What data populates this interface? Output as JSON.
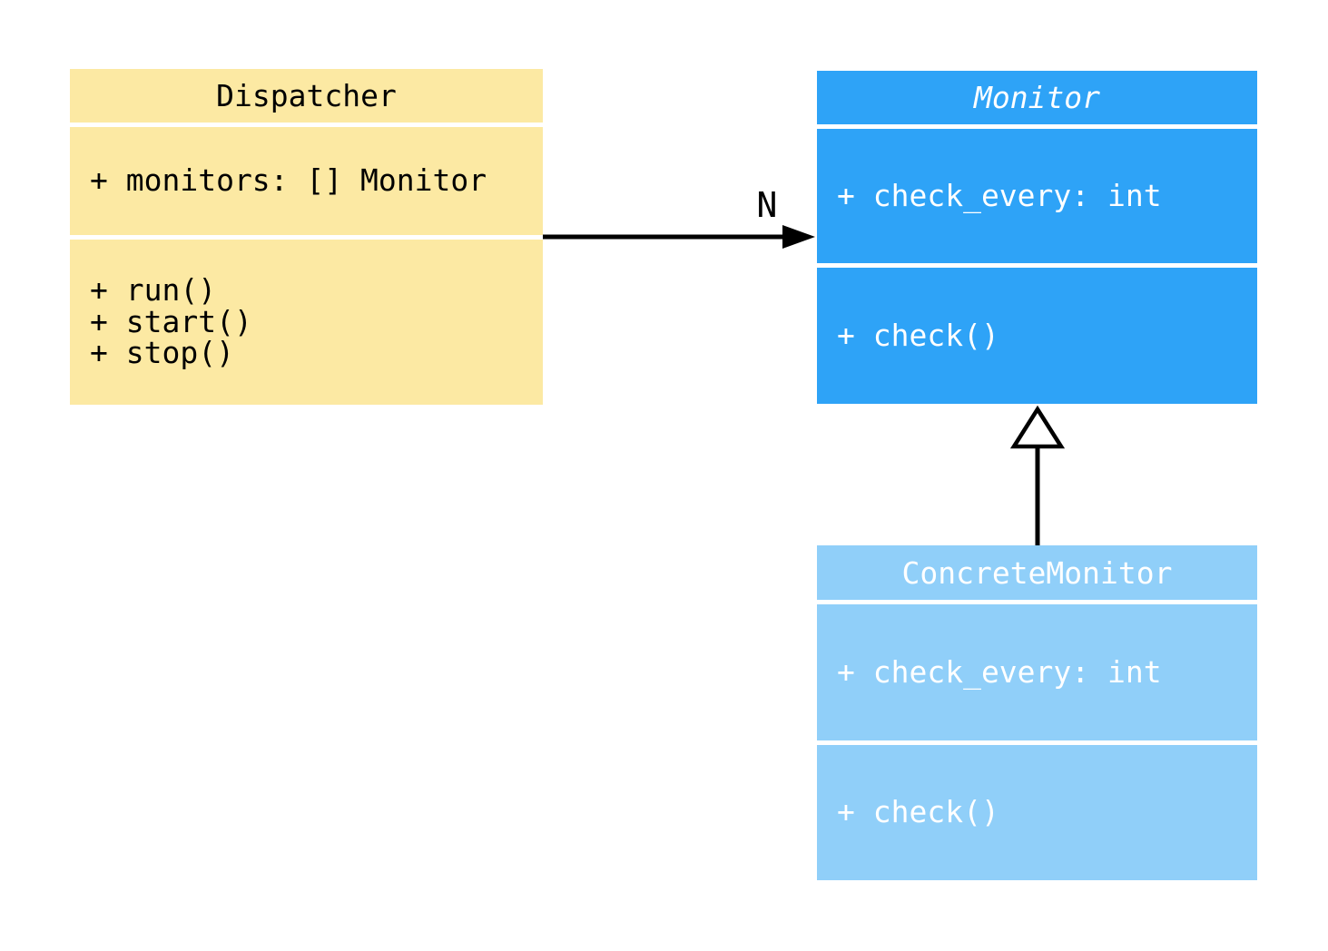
{
  "page": {
    "background": "#ffffff"
  },
  "diagram": {
    "type": "uml-class-diagram",
    "classes": [
      {
        "name": "Dispatcher",
        "abstract": false,
        "attributes": [
          "+ monitors: [] Monitor"
        ],
        "methods": [
          "+ run()",
          "+ start()",
          "+ stop()"
        ],
        "fill": "#FCE9A3",
        "text_color": "#000000"
      },
      {
        "name": "Monitor",
        "abstract": true,
        "attributes": [
          "+ check_every: int"
        ],
        "methods": [
          "+ check()"
        ],
        "fill": "#2EA3F7",
        "text_color": "#FFFFFF"
      },
      {
        "name": "ConcreteMonitor",
        "abstract": false,
        "attributes": [
          "+ check_every: int"
        ],
        "methods": [
          "+ check()"
        ],
        "fill": "#90CFF9",
        "text_color": "#FFFFFF"
      }
    ],
    "relations": [
      {
        "type": "association",
        "from": "Dispatcher",
        "to": "Monitor",
        "label": "N",
        "line_color": "#000000"
      },
      {
        "type": "generalization",
        "from": "ConcreteMonitor",
        "to": "Monitor",
        "label": "",
        "line_color": "#000000"
      }
    ]
  }
}
